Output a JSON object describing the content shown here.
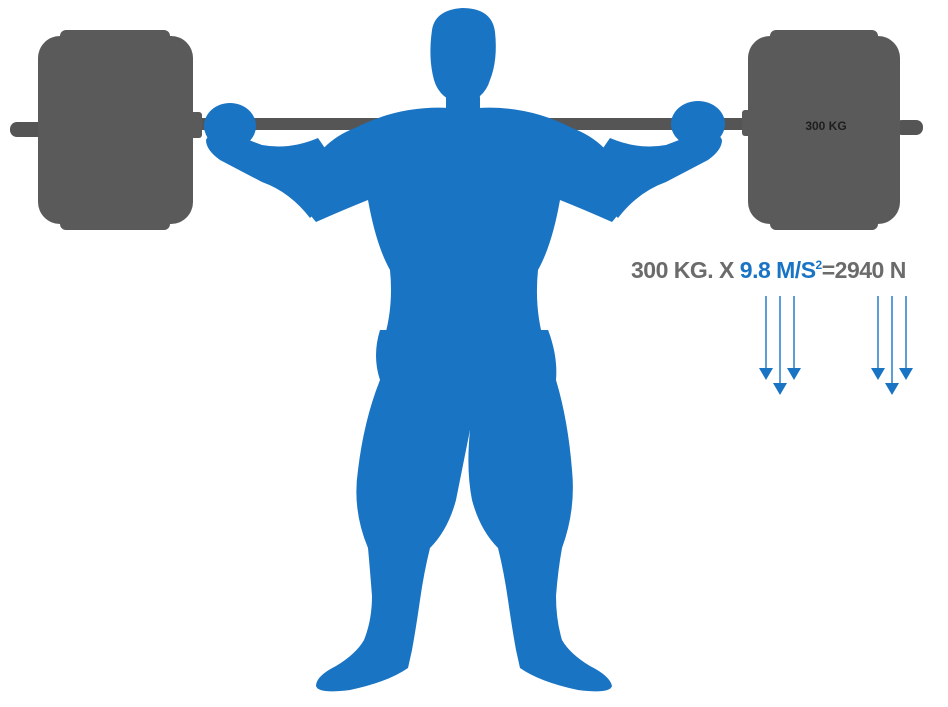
{
  "plate_label": "300 KG",
  "formula": {
    "lhs": "300 KG. X ",
    "accel": "9.8 M/S",
    "exponent": "2",
    "rhs": "=2940 N"
  },
  "colors": {
    "figure": "#1a74c4",
    "plates": "#5a5a5a",
    "bar": "#555555",
    "formula_text": "#6b6b6b",
    "formula_accent": "#1a74c4"
  },
  "icons": [
    "weightlifter-silhouette",
    "barbell",
    "weight-plate",
    "downward-arrow"
  ]
}
